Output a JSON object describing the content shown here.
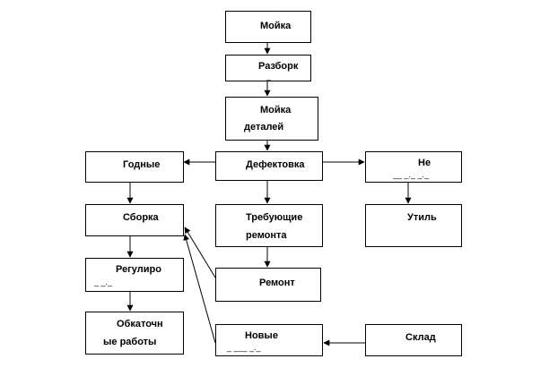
{
  "nodes": {
    "moika": {
      "label": "Мойка"
    },
    "razbork": {
      "label": "Разборк",
      "sub": "_"
    },
    "moika_detalei": {
      "line1": "Мойка",
      "line2": "деталей"
    },
    "defektovka": {
      "label": "Дефектовка"
    },
    "godnye": {
      "label": "Годные"
    },
    "ne": {
      "label": "Не",
      "sub": "__ _._ _._"
    },
    "sborka": {
      "label": "Сборка"
    },
    "trebuyushchie": {
      "line1": "Требующие",
      "line2": "ремонта"
    },
    "util": {
      "label": "Утиль"
    },
    "regulirovka": {
      "label": "Регулиро",
      "sub": "_ _._"
    },
    "remont": {
      "label": "Ремонт"
    },
    "obkatochnye": {
      "line1": "Обкаточн",
      "line2": "ые работы"
    },
    "novye": {
      "label": "Новые",
      "sub": "_ ___ _._"
    },
    "sklad": {
      "label": "Склад"
    }
  },
  "colors": {
    "line": "#000000",
    "fill": "#ffffff"
  }
}
